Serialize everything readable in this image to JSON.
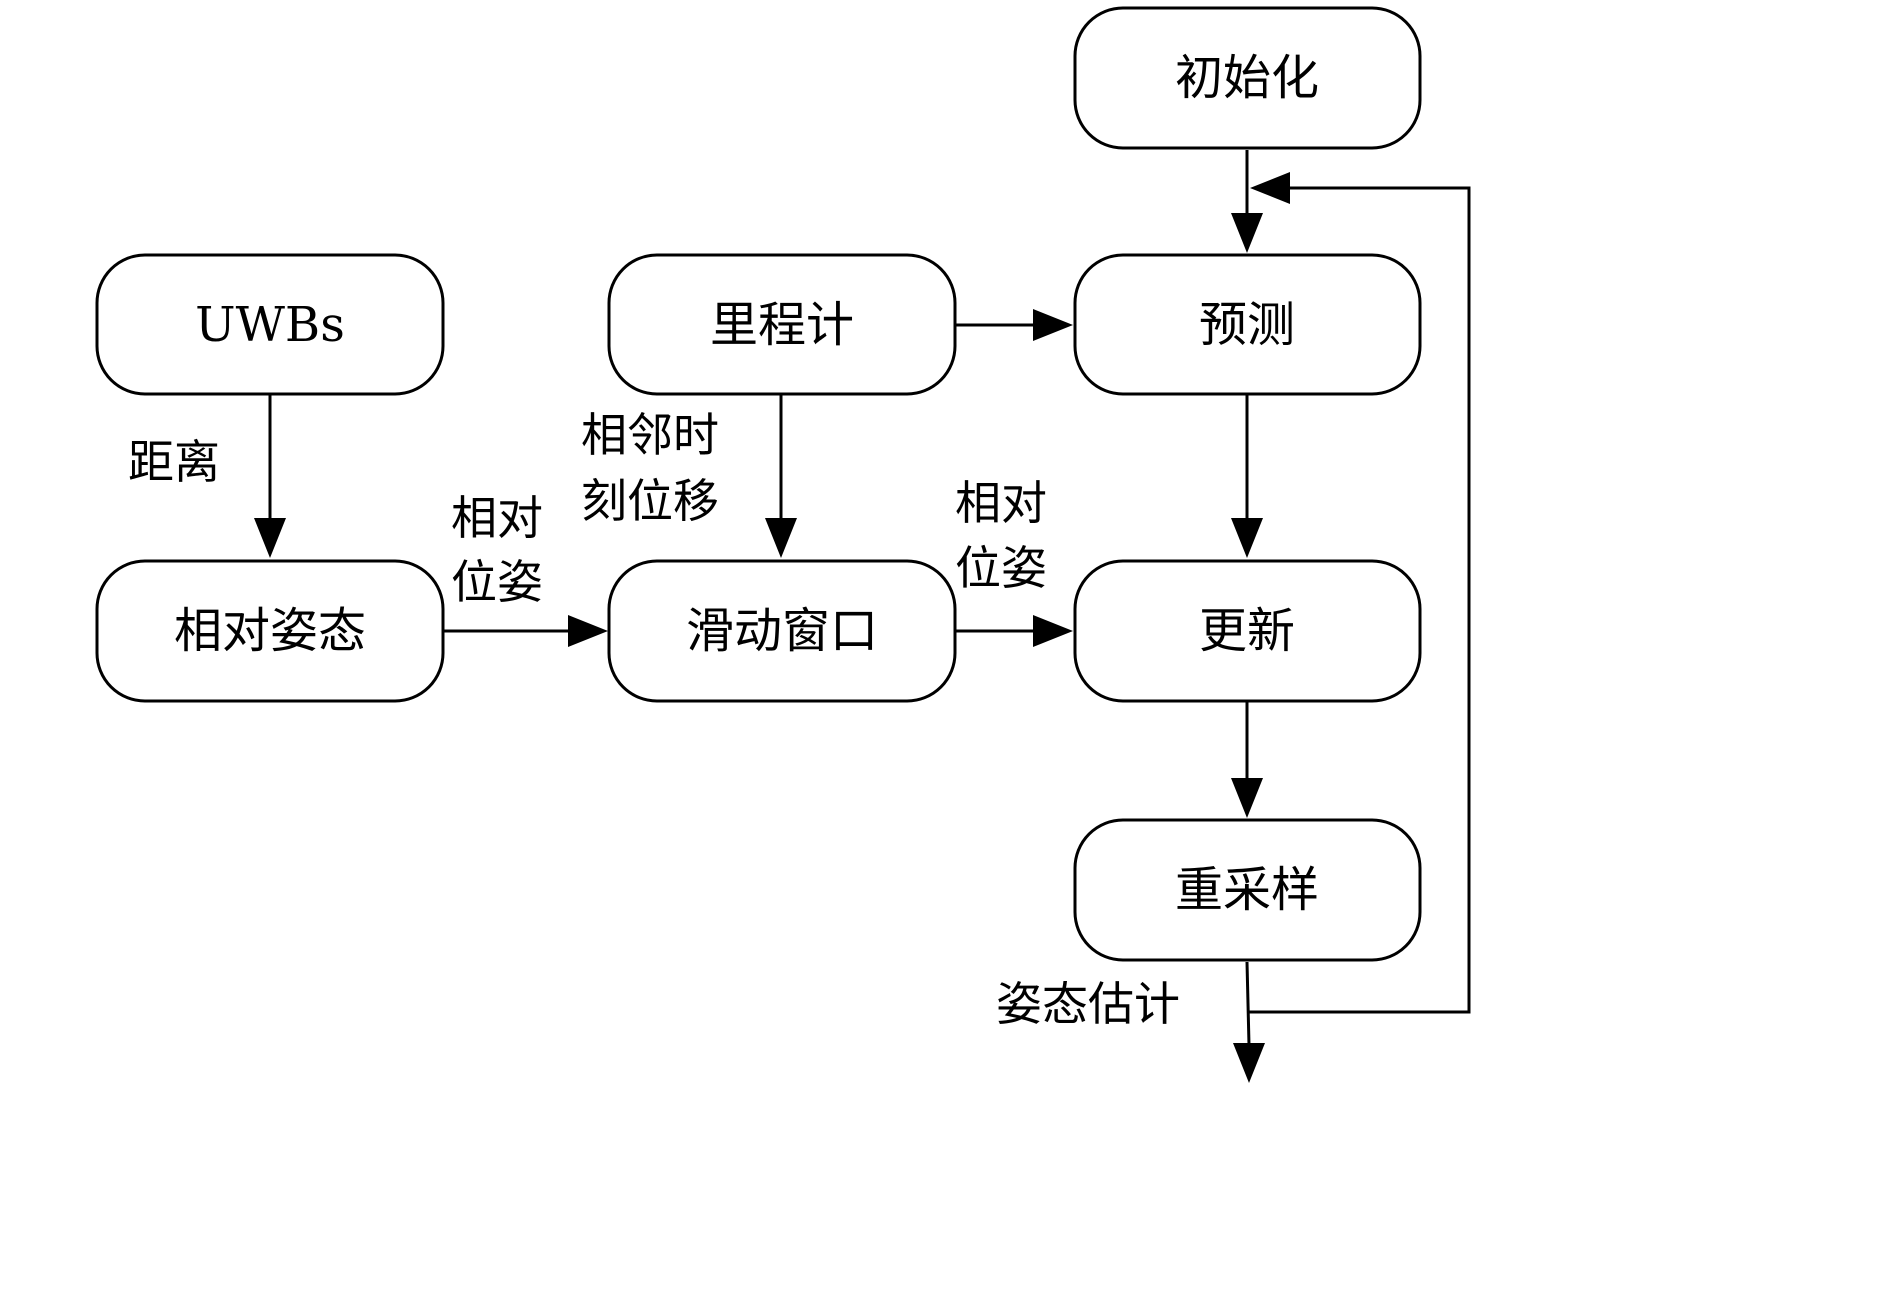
{
  "nodes": {
    "uwbs": "UWBs",
    "relative_pose": "相对姿态",
    "odometer": "里程计",
    "sliding_window": "滑动窗口",
    "init": "初始化",
    "predict": "预测",
    "update": "更新",
    "resample": "重采样"
  },
  "edge_labels": {
    "distance": "距离",
    "adjacent_displacement": [
      "相邻时",
      "刻位移"
    ],
    "relative_pose_left": [
      "相对",
      "位姿"
    ],
    "relative_pose_right": [
      "相对",
      "位姿"
    ],
    "pose_estimate": "姿态估计"
  },
  "colors": {
    "stroke": "#000000",
    "background": "#ffffff"
  }
}
